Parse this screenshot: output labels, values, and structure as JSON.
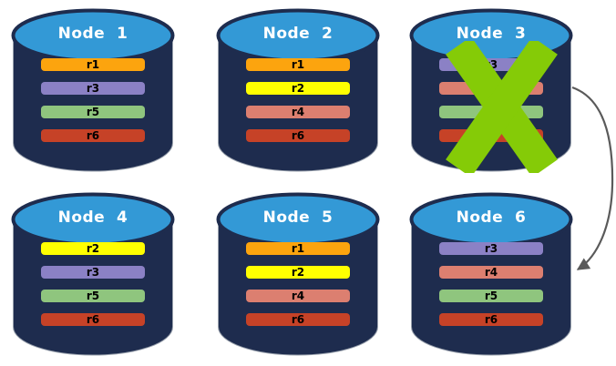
{
  "palette": {
    "cylinder_body": "#1E2C4E",
    "cylinder_top": "#3399D6",
    "title_color": "#FFFFFF",
    "bar_text": "#000000",
    "failure_x": "#85CB07",
    "arrow": "#5A5A5A"
  },
  "replica_colors": {
    "r1": "#FCA40E",
    "r2": "#FFFF00",
    "r3": "#8B81C5",
    "r4": "#DC7F70",
    "r5": "#8FC57E",
    "r6": "#C64227"
  },
  "nodes": [
    {
      "label": "Node  1",
      "failed": false,
      "replicas": [
        {
          "name": "r1",
          "color": "#FCA40E"
        },
        {
          "name": "r3",
          "color": "#8B81C5"
        },
        {
          "name": "r5",
          "color": "#8FC57E"
        },
        {
          "name": "r6",
          "color": "#C64227"
        }
      ]
    },
    {
      "label": "Node  2",
      "failed": false,
      "replicas": [
        {
          "name": "r1",
          "color": "#FCA40E"
        },
        {
          "name": "r2",
          "color": "#FFFF00"
        },
        {
          "name": "r4",
          "color": "#DC7F70"
        },
        {
          "name": "r6",
          "color": "#C64227"
        }
      ]
    },
    {
      "label": "Node  3",
      "failed": true,
      "replicas": [
        {
          "name": "r3",
          "color": "#8B81C5"
        },
        {
          "name": "r4",
          "color": "#DC7F70"
        },
        {
          "name": "r5",
          "color": "#8FC57E"
        },
        {
          "name": "r6",
          "color": "#C64227"
        }
      ]
    },
    {
      "label": "Node  4",
      "failed": false,
      "replicas": [
        {
          "name": "r2",
          "color": "#FFFF00"
        },
        {
          "name": "r3",
          "color": "#8B81C5"
        },
        {
          "name": "r5",
          "color": "#8FC57E"
        },
        {
          "name": "r6",
          "color": "#C64227"
        }
      ]
    },
    {
      "label": "Node  5",
      "failed": false,
      "replicas": [
        {
          "name": "r1",
          "color": "#FCA40E"
        },
        {
          "name": "r2",
          "color": "#FFFF00"
        },
        {
          "name": "r4",
          "color": "#DC7F70"
        },
        {
          "name": "r6",
          "color": "#C64227"
        }
      ]
    },
    {
      "label": "Node  6",
      "failed": false,
      "replicas": [
        {
          "name": "r3",
          "color": "#8B81C5"
        },
        {
          "name": "r4",
          "color": "#DC7F70"
        },
        {
          "name": "r5",
          "color": "#8FC57E"
        },
        {
          "name": "r6",
          "color": "#C64227"
        }
      ]
    }
  ],
  "arrow": {
    "from": "Node 3",
    "to": "Node 6"
  }
}
